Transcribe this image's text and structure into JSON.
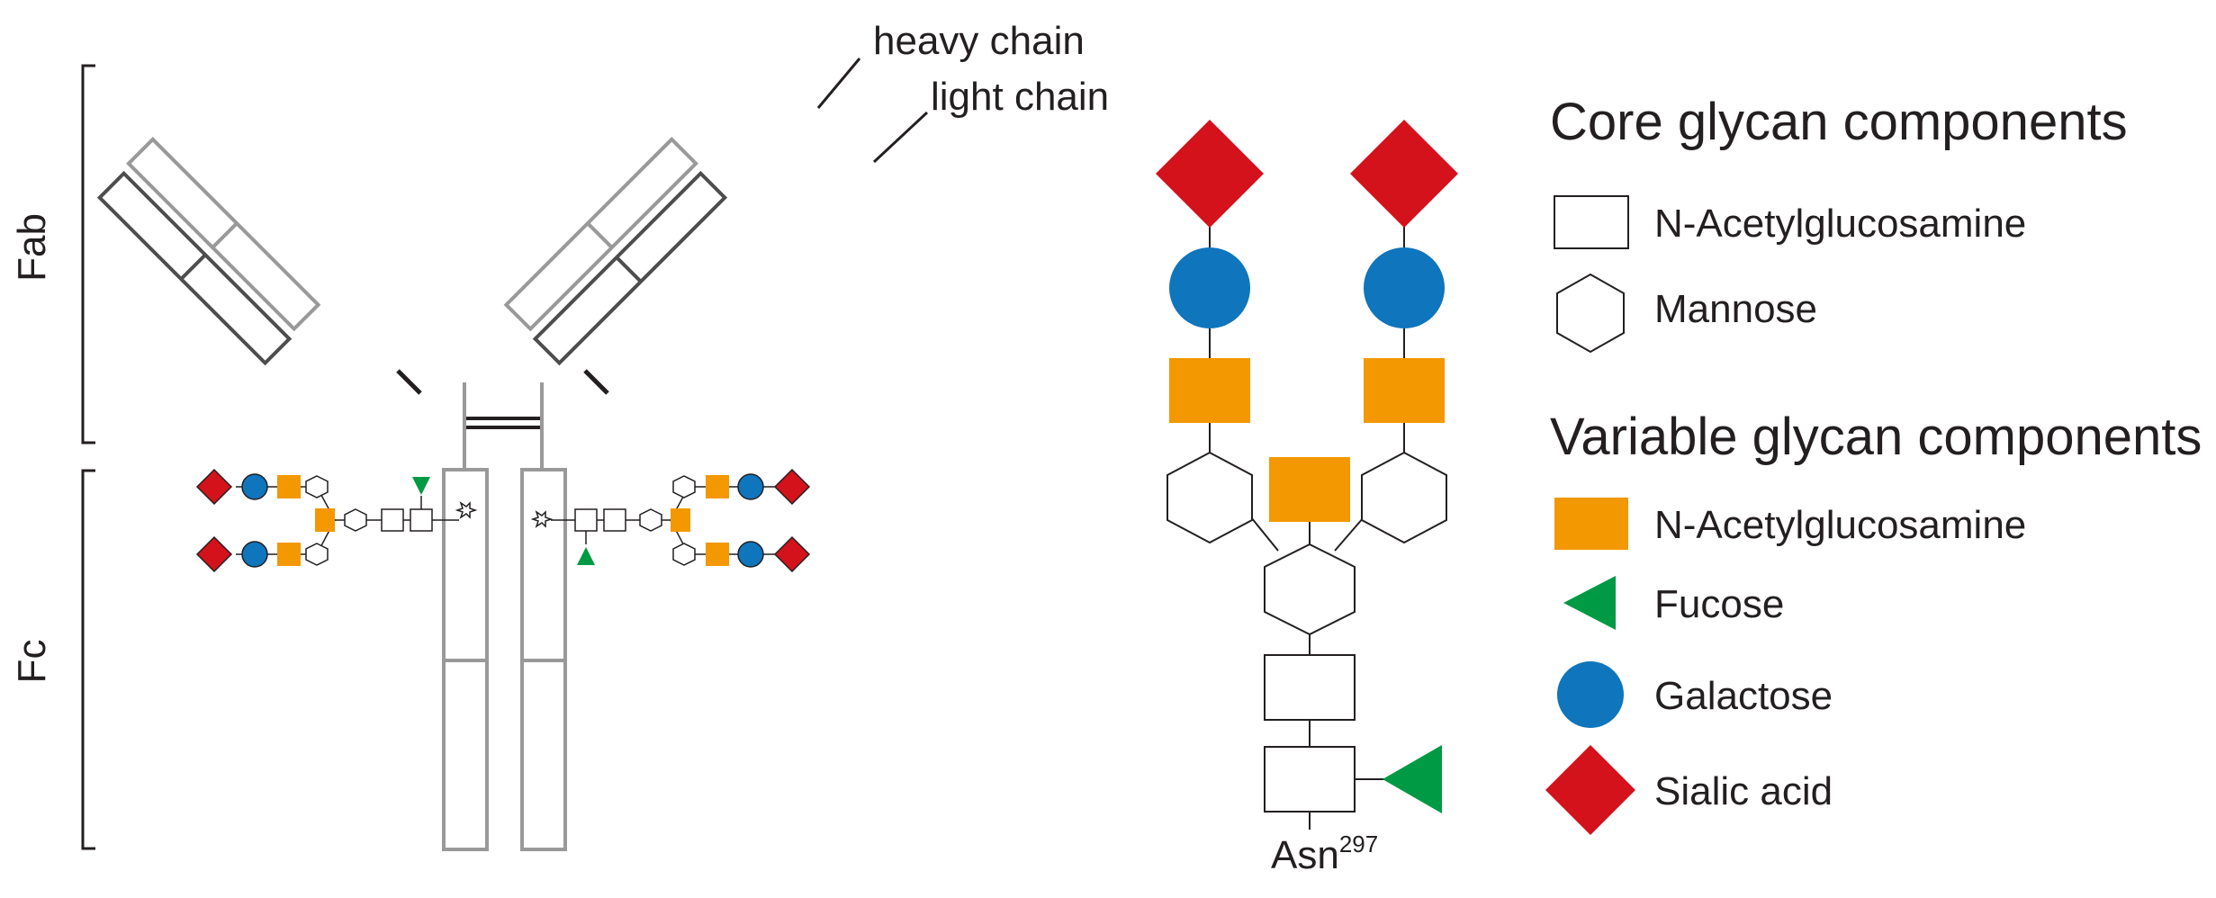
{
  "labels": {
    "fab": "Fab",
    "fc": "Fc",
    "heavy_chain": "heavy chain",
    "light_chain": "light chain",
    "asn": "Asn",
    "asn_sup": "297"
  },
  "legend": {
    "core_title": "Core glycan components",
    "variable_title": "Variable glycan components",
    "core_items": [
      "N-Acetylglucosamine",
      "Mannose"
    ],
    "variable_items": [
      "N-Acetylglucosamine",
      "Fucose",
      "Galactose",
      "Sialic acid"
    ]
  },
  "colors": {
    "glcnac_variable": "#f39800",
    "fucose": "#009944",
    "galactose": "#0f75bc",
    "sialic_acid": "#d3121c",
    "outline": "#231f20",
    "antibody_light": "#999999",
    "antibody_dark": "#4d4d4d"
  }
}
